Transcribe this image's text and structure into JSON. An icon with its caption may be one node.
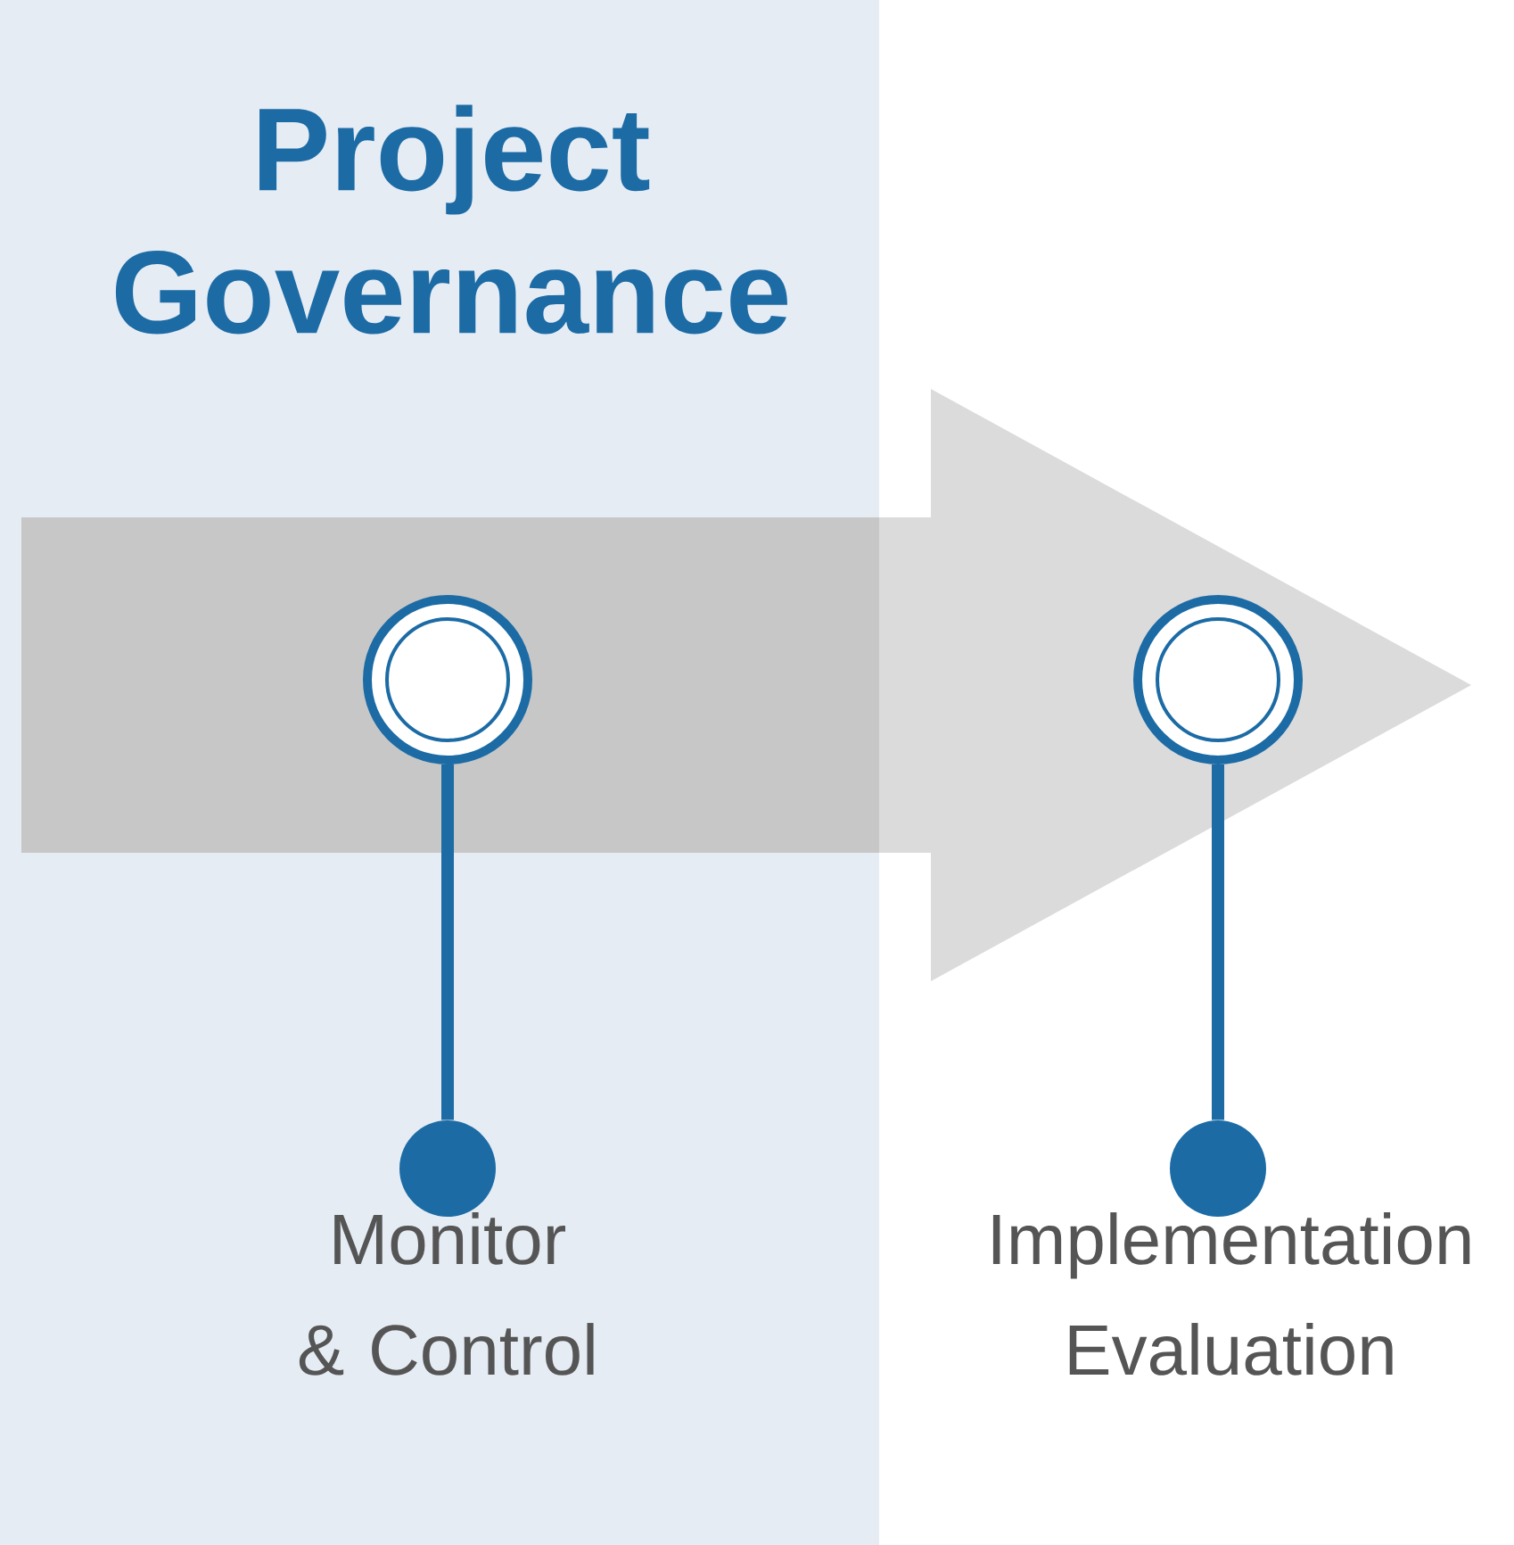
{
  "diagram": {
    "nodes": [
      {
        "text": [
          "Project Governance"
        ]
      },
      {
        "text": [],
        "shape": "circle"
      },
      {
        "text": [],
        "shape": "circle",
        "beside": [
          "Monitor & Control"
        ]
      },
      {
        "text": [],
        "shape": "circle"
      },
      {
        "text": [],
        "shape": "circle",
        "beside": [
          "Implementation Evaluation"
        ]
      }
    ],
    "edges": [
      {
        "from": 1,
        "to": 2,
        "arrow": "none"
      },
      {
        "from": 3,
        "to": 4,
        "arrow": "none"
      }
    ]
  }
}
